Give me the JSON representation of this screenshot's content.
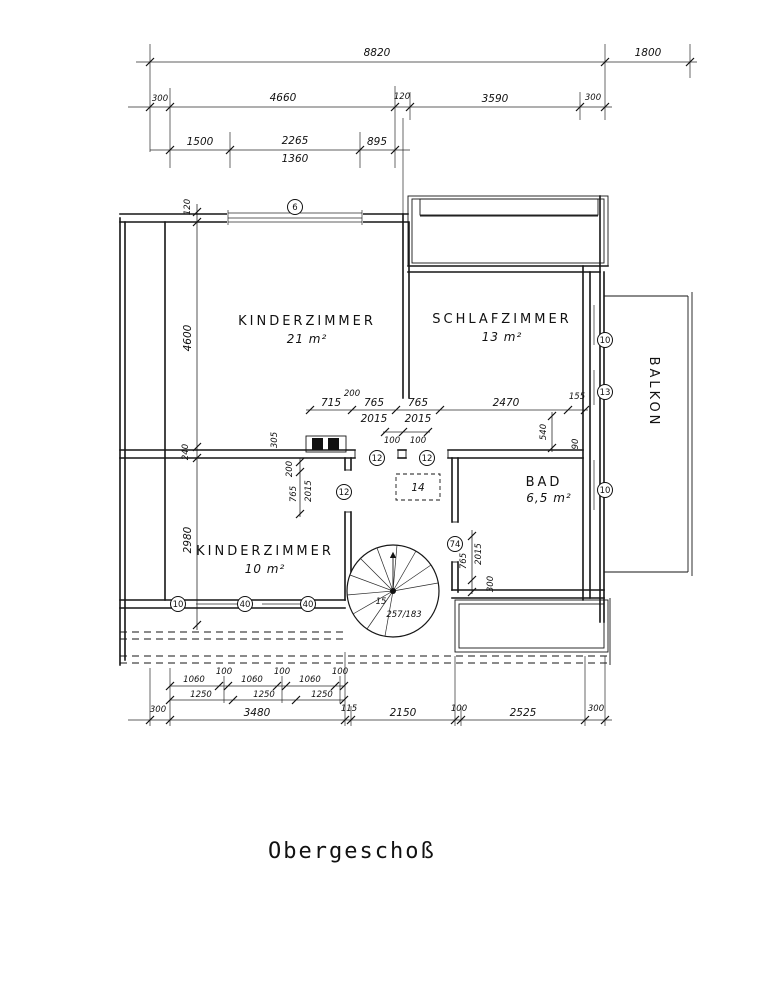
{
  "title": "Obergeschoß",
  "rooms": [
    {
      "name": "KINDERZIMMER",
      "area": "21 m²"
    },
    {
      "name": "SCHLAFZIMMER",
      "area": "13 m²"
    },
    {
      "name": "KINDERZIMMER",
      "area": "10 m²"
    },
    {
      "name": "BAD",
      "area": "6,5 m²"
    },
    {
      "name": "BALKON",
      "area": ""
    }
  ],
  "dims_top": {
    "overall_left": "8820",
    "overall_right": "1800",
    "r2": [
      "300",
      "4660",
      "120",
      "3590",
      "300"
    ],
    "r3": [
      "1500",
      "2265",
      "895",
      "1360"
    ]
  },
  "dims_left": [
    "120",
    "4600",
    "240",
    "2980"
  ],
  "mid": {
    "row": [
      "715",
      "200",
      "765",
      "765",
      "2470",
      "155"
    ],
    "under": [
      "2015",
      "2015"
    ],
    "hundreds": [
      "100",
      "100"
    ],
    "hall_v": [
      "305",
      "200",
      "765",
      "2015"
    ],
    "bad_v": [
      "765",
      "2015",
      "300"
    ],
    "right_v": [
      "540",
      "90"
    ]
  },
  "bottom": {
    "b1060": [
      "1060",
      "1060",
      "1060"
    ],
    "b100": [
      "100",
      "100",
      "100"
    ],
    "b1250": [
      "1250",
      "1250",
      "1250"
    ],
    "r3": [
      "300",
      "3480",
      "115",
      "2150",
      "100",
      "2525",
      "300"
    ]
  },
  "circles": {
    "top_window": "6",
    "right": [
      "10",
      "13",
      "10"
    ],
    "hall": [
      "12",
      "12",
      "12"
    ],
    "bad": "74",
    "bottom": [
      "10",
      "40",
      "40"
    ]
  },
  "stair": {
    "count": "15",
    "rise": "257/183"
  },
  "hall_box": "14"
}
